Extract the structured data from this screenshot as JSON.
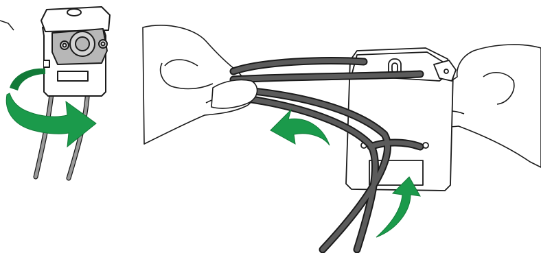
{
  "illustration": {
    "kind": "instruction-diagram",
    "panels": [
      {
        "name": "rotate-unit",
        "arrow": "curved-rotate-arrow",
        "arrow_color": "#1b9a4b"
      },
      {
        "name": "thread-cables",
        "arrows": [
          "curved-left-arrow",
          "curved-up-arrow"
        ],
        "arrow_color": "#1b9a4b",
        "cable_color": "#5b5b5b"
      }
    ],
    "colors": {
      "line": "#1a1a1a",
      "cable": "#5b5b5b",
      "cable_light": "#9a9a9a",
      "arrow": "#1b9a4b",
      "arrow_dark": "#127a38",
      "part_gray": "#b7b7b7",
      "background": "#ffffff"
    }
  }
}
